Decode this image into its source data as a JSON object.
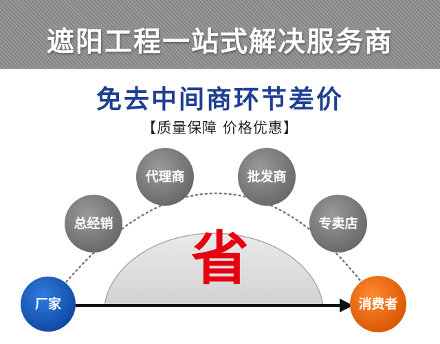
{
  "banner": {
    "title": "遮阳工程一站式解决服务商"
  },
  "headline": "免去中间商环节差价",
  "subline": "【质量保障 价格优惠】",
  "diagram": {
    "center_char": "省",
    "intermediaries": [
      "总经销",
      "代理商",
      "批发商",
      "专卖店"
    ],
    "start_node": "厂家",
    "end_node": "消费者"
  },
  "colors": {
    "banner_bg": "#8f8f8f",
    "headline": "#1f3f93",
    "intermediary_node": "#7b7b7b",
    "start_node": "#1a5ec1",
    "end_node": "#f06c10",
    "center_char": "#e60012"
  }
}
